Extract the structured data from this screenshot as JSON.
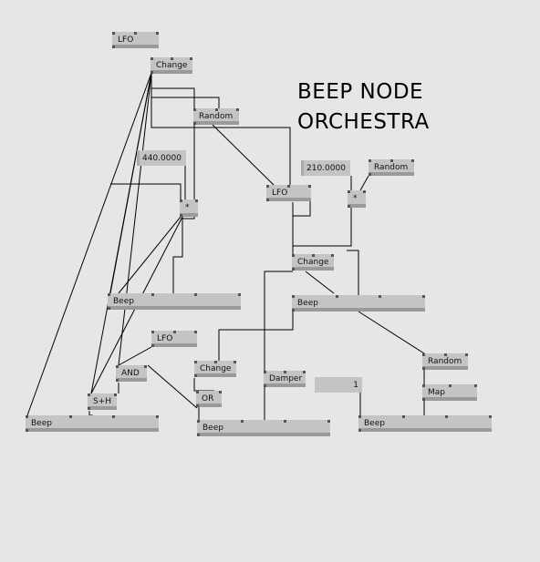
{
  "title_lines": [
    "BEEP NODE",
    "ORCHESTRA"
  ],
  "nodes": [
    {
      "id": "lfo1",
      "label": "LFO"
    },
    {
      "id": "change1",
      "label": "Change"
    },
    {
      "id": "random1",
      "label": "Random"
    },
    {
      "id": "num440",
      "value": "440.0000"
    },
    {
      "id": "mult1",
      "label": "*"
    },
    {
      "id": "lfo2",
      "label": "LFO"
    },
    {
      "id": "num210",
      "value": "210.0000"
    },
    {
      "id": "random2",
      "label": "Random"
    },
    {
      "id": "mult2",
      "label": "*"
    },
    {
      "id": "change2",
      "label": "Change"
    },
    {
      "id": "beep1",
      "label": "Beep"
    },
    {
      "id": "beep2",
      "label": "Beep"
    },
    {
      "id": "lfo3",
      "label": "LFO"
    },
    {
      "id": "change3",
      "label": "Change"
    },
    {
      "id": "and1",
      "label": "AND"
    },
    {
      "id": "sh1",
      "label": "S+H"
    },
    {
      "id": "or1",
      "label": "OR"
    },
    {
      "id": "damper1",
      "label": "Damper"
    },
    {
      "id": "io1",
      "value": "1"
    },
    {
      "id": "random3",
      "label": "Random"
    },
    {
      "id": "map1",
      "label": "Map"
    },
    {
      "id": "beep3",
      "label": "Beep"
    },
    {
      "id": "beep4",
      "label": "Beep"
    },
    {
      "id": "beep5",
      "label": "Beep"
    }
  ]
}
